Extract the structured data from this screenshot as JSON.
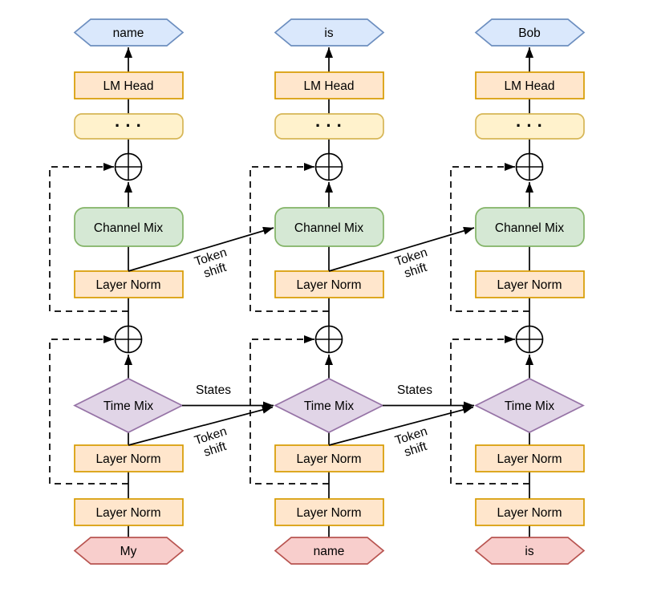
{
  "diagram": {
    "labels": {
      "lm_head": "LM Head",
      "ellipsis": "···",
      "channel_mix": "Channel Mix",
      "layer_norm": "Layer Norm",
      "time_mix": "Time Mix",
      "states": "States",
      "token_shift": {
        "line1": "Token",
        "line2": "shift"
      }
    },
    "columns": [
      {
        "output_token": "name",
        "input_token": "My"
      },
      {
        "output_token": "is",
        "input_token": "name"
      },
      {
        "output_token": "Bob",
        "input_token": "is"
      }
    ],
    "colors": {
      "output_token_fill": "#dae8fc",
      "output_token_stroke": "#6c8ebf",
      "lm_head_fill": "#ffe6cc",
      "lm_head_stroke": "#d79b00",
      "ellipsis_fill": "#fff2cc",
      "ellipsis_stroke": "#d6b656",
      "channel_mix_fill": "#d5e8d4",
      "channel_mix_stroke": "#82b366",
      "layer_norm_fill": "#ffe6cc",
      "layer_norm_stroke": "#d79b00",
      "time_mix_fill": "#e1d5e7",
      "time_mix_stroke": "#9673a6",
      "input_token_fill": "#f8cecc",
      "input_token_stroke": "#b85450",
      "line_color": "#000000",
      "background": "#ffffff"
    }
  }
}
